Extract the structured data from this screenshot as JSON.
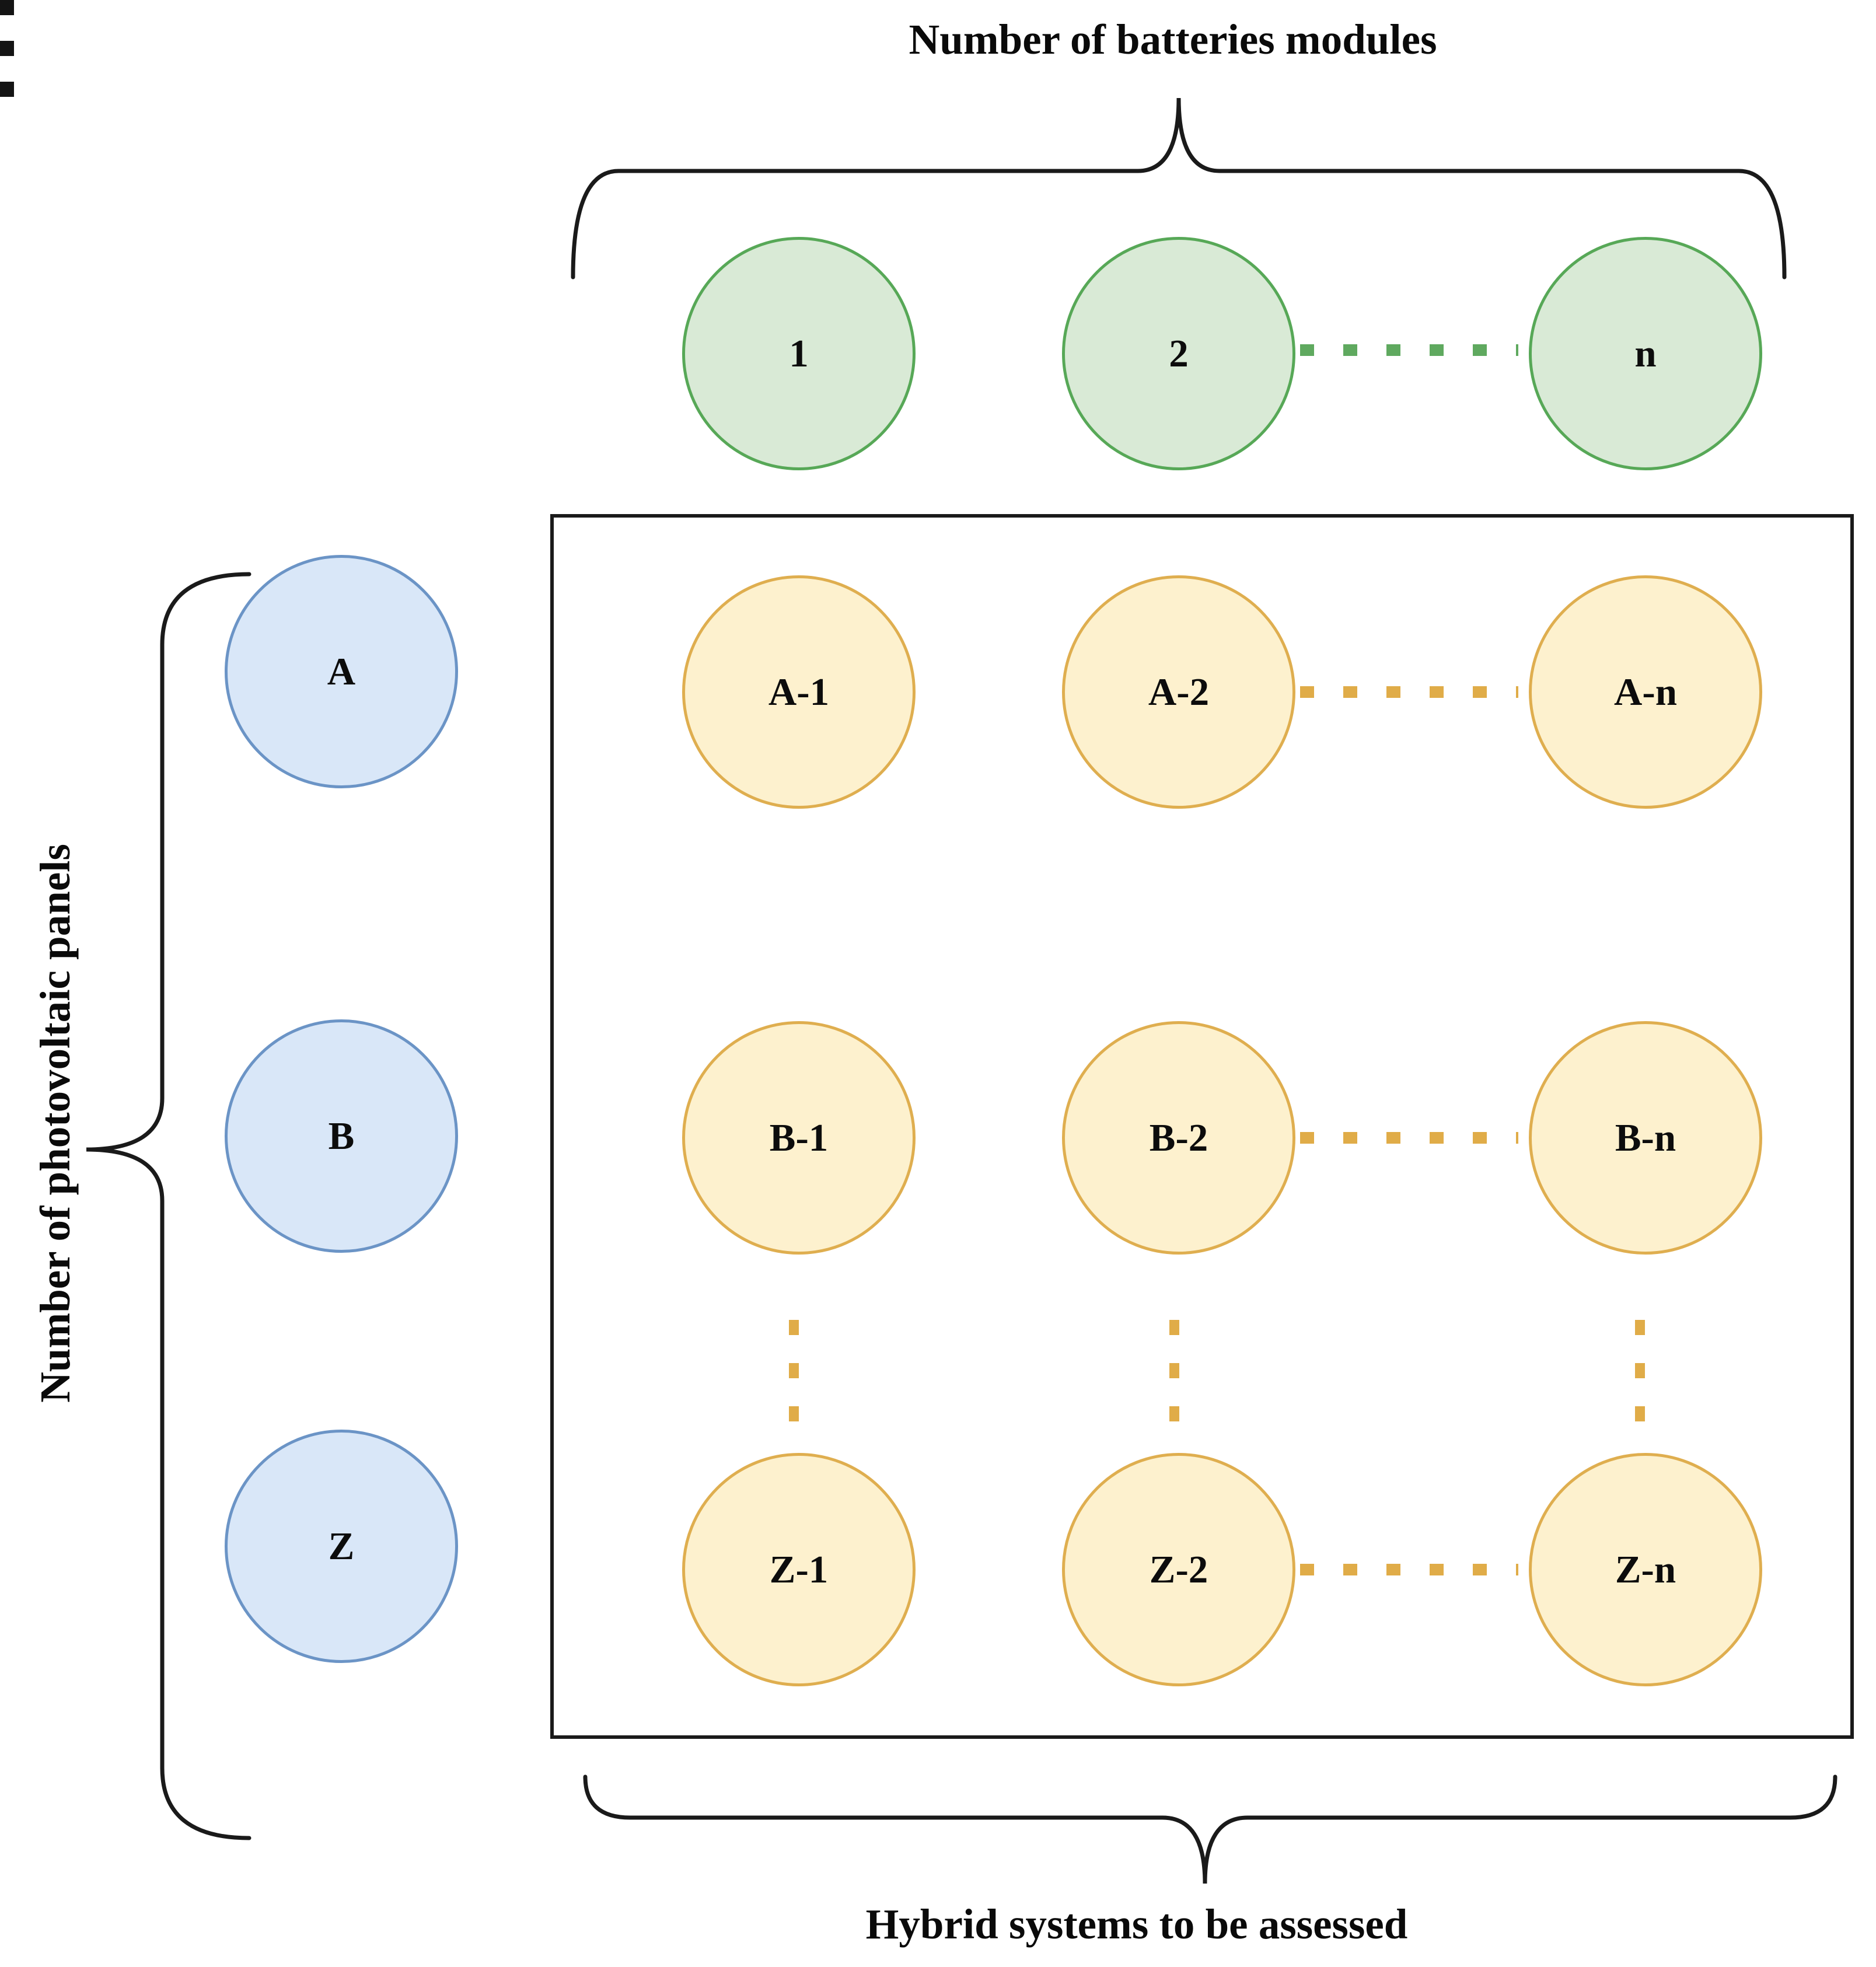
{
  "titles": {
    "top": "Number of batteries modules",
    "left": "Number of photovoltaic panels",
    "bottom": "Hybrid systems to be assessed"
  },
  "battery_modules": [
    "1",
    "2",
    "n"
  ],
  "pv_panels": [
    "A",
    "B",
    "Z"
  ],
  "hybrid_matrix": {
    "rows": [
      [
        "A-1",
        "A-2",
        "A-n"
      ],
      [
        "B-1",
        "B-2",
        "B-n"
      ],
      [
        "Z-1",
        "Z-2",
        "Z-n"
      ]
    ]
  },
  "colors": {
    "line": "#1a1a1a",
    "green-fill": "#d9ead6",
    "green-stroke": "#57a857",
    "green-dash": "#5fa95f",
    "blue-fill": "#d9e7f8",
    "blue-stroke": "#6b94c6",
    "yellow-fill": "#fdf1ce",
    "yellow-stroke": "#dfae4f",
    "yellow-dash": "#e0ac48"
  }
}
